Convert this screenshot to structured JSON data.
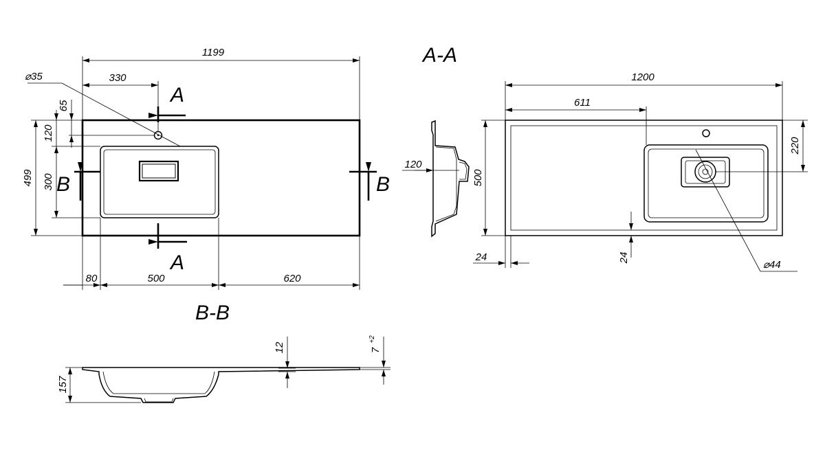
{
  "views": {
    "section_aa_title": "A-A",
    "section_bb_title": "B-B",
    "cut_a_letter": "A",
    "cut_b_letter": "B"
  },
  "plan_view": {
    "overall_width": "1199",
    "tap_offset": "330",
    "tap_hole_diameter": "⌀35",
    "tap_from_edge": "65",
    "bowl_from_edge": "120",
    "bowl_depth": "300",
    "overall_depth": "499",
    "left_margin": "80",
    "bowl_width": "500",
    "right_shelf": "620"
  },
  "side_view": {
    "drain_offset": "120"
  },
  "section_aa": {
    "overall_width": "1200",
    "bowl_offset": "611",
    "overall_depth": "500",
    "tap_to_bowl": "220",
    "edge_left": "24",
    "edge_bottom": "24",
    "drain_diameter": "⌀44"
  },
  "section_bb": {
    "total_height": "157",
    "slab_thickness": "12",
    "rim_height": "7",
    "rim_tolerance": "+2"
  }
}
